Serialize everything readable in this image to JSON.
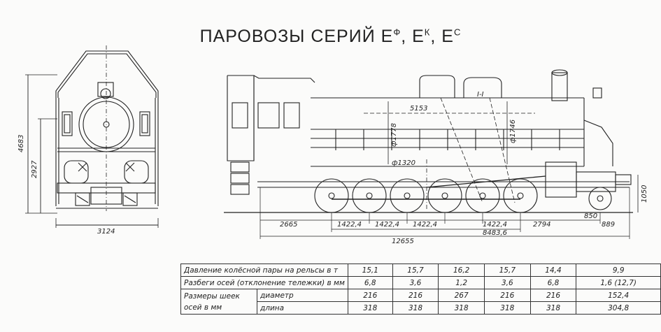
{
  "title": {
    "main": "ПАРОВОЗЫ СЕРИЙ",
    "series": [
      {
        "letter": "Е",
        "sup": "Ф"
      },
      {
        "letter": "Е",
        "sup": "К"
      },
      {
        "letter": "Е",
        "sup": "С"
      }
    ],
    "separator": ","
  },
  "front_view": {
    "dims": {
      "total_height": "4683",
      "axis_height": "2927",
      "width": "3124"
    }
  },
  "side_view": {
    "dims": {
      "boiler_length": "5153",
      "dia_main": "ф1778",
      "dia_right": "ф1746",
      "dia_low": "ф1320",
      "section_mark": "I-I",
      "overhang_front": "2665",
      "wheelbase_1": "1422,4",
      "wheelbase_2": "1422,4",
      "wheelbase_3": "1422,4",
      "wheelbase_4": "1422,4",
      "rear_axle": "2794",
      "rear_small": "850",
      "rear_end": "889",
      "rigid_base": "8483,6",
      "total_length": "12655",
      "buffer_height": "1050"
    }
  },
  "spec_table": {
    "rows": [
      {
        "label": "Давление колёсной пары на рельсы в т",
        "values": [
          "15,1",
          "15,7",
          "16,2",
          "15,7",
          "14,4",
          "9,9"
        ]
      },
      {
        "label": "Разбеги осей (отклонение тележки) в мм",
        "values": [
          "6,8",
          "3,6",
          "1,2",
          "3,6",
          "6,8",
          "1,6 (12,7)"
        ]
      },
      {
        "label": "Размеры шеек осей в мм",
        "sub_label": "диаметр",
        "values": [
          "216",
          "216",
          "267",
          "216",
          "216",
          "152,4"
        ]
      },
      {
        "sub_label": "длина",
        "values": [
          "318",
          "318",
          "318",
          "318",
          "318",
          "304,8"
        ]
      }
    ]
  }
}
